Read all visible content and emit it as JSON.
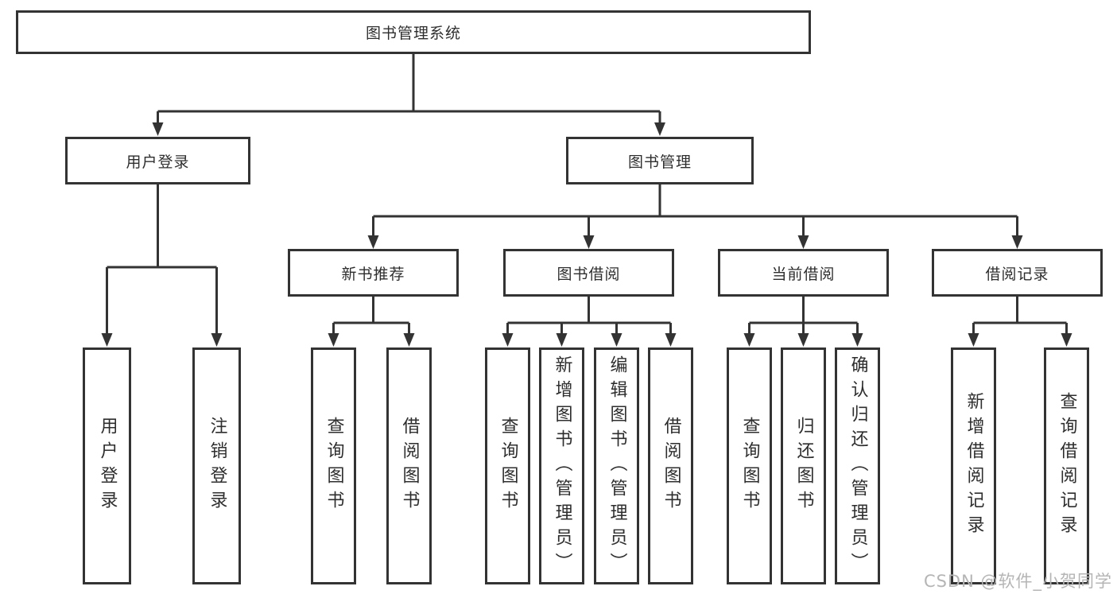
{
  "tree": {
    "root": {
      "label": "图书管理系统"
    },
    "branches": [
      {
        "label": "用户登录",
        "children": [
          {
            "label": "用户登录"
          },
          {
            "label": "注销登录"
          }
        ]
      },
      {
        "label": "图书管理",
        "children": [
          {
            "label": "新书推荐",
            "children": [
              {
                "label": "查询图书"
              },
              {
                "label": "借阅图书"
              }
            ]
          },
          {
            "label": "图书借阅",
            "children": [
              {
                "label": "查询图书"
              },
              {
                "label": "新增图书（管理员）"
              },
              {
                "label": "编辑图书（管理员）"
              },
              {
                "label": "借阅图书"
              }
            ]
          },
          {
            "label": "当前借阅",
            "children": [
              {
                "label": "查询图书"
              },
              {
                "label": "归还图书"
              },
              {
                "label": "确认归还（管理员）"
              }
            ]
          },
          {
            "label": "借阅记录",
            "children": [
              {
                "label": "新增借阅记录"
              },
              {
                "label": "查询借阅记录"
              }
            ]
          }
        ]
      }
    ]
  },
  "watermark": "CSDN @软件_小贺同学",
  "colors": {
    "line": "#333333",
    "text": "#2e2e2e",
    "watermark": "#b5b5b5",
    "background": "#ffffff"
  }
}
